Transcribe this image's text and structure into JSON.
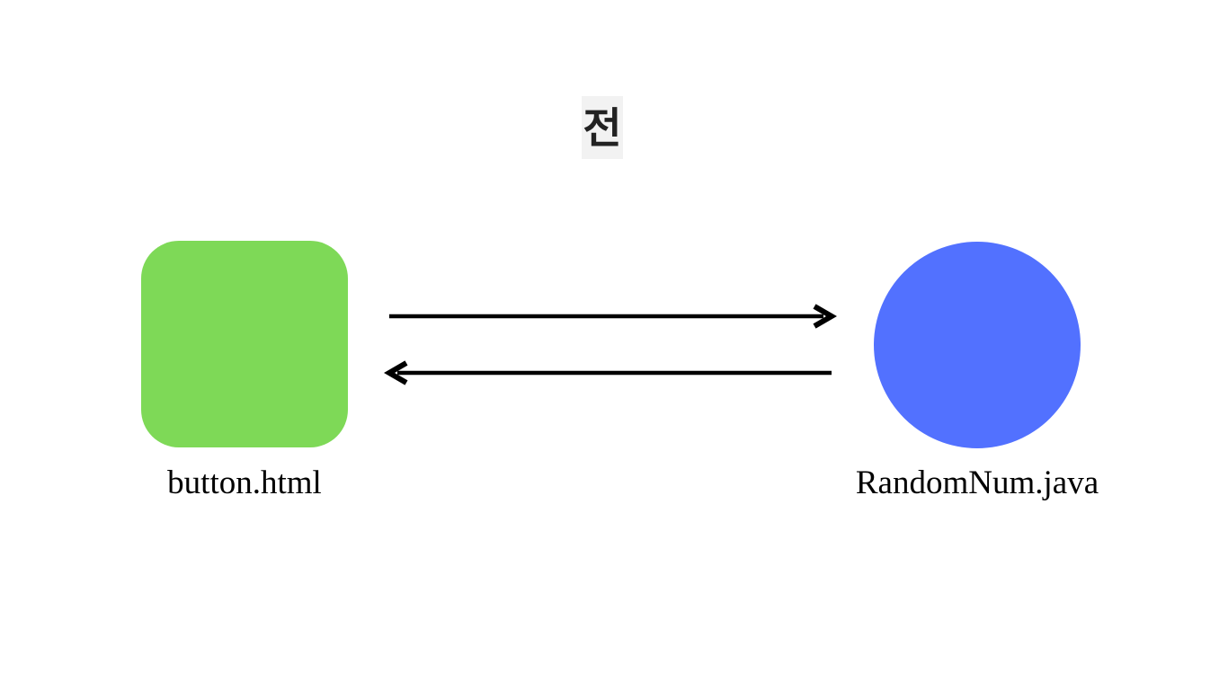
{
  "title_badge": {
    "text": "전"
  },
  "nodes": [
    {
      "id": "button-html",
      "shape": "rounded-square",
      "label": "button.html",
      "color": "#7ED957"
    },
    {
      "id": "randomnum-java",
      "shape": "circle",
      "label": "RandomNum.java",
      "color": "#5271FF"
    }
  ],
  "arrows": [
    {
      "from": "button.html",
      "to": "RandomNum.java",
      "direction": "right"
    },
    {
      "from": "RandomNum.java",
      "to": "button.html",
      "direction": "left"
    }
  ],
  "colors": {
    "canvas_bg": "#FFFFFF",
    "badge_bg": "#F2F2F2",
    "badge_text": "#222222",
    "square_green": "#7ED957",
    "circle_blue": "#5271FF",
    "arrow_black": "#000000",
    "label_text": "#000000"
  }
}
